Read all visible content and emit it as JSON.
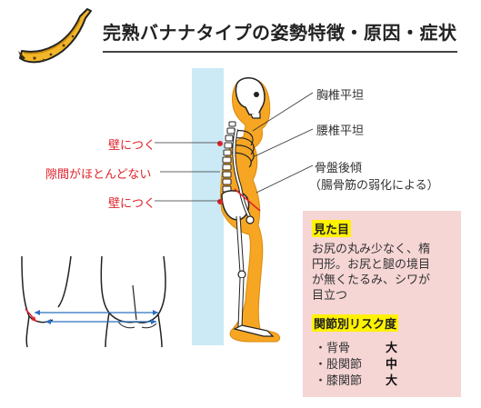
{
  "title": "完熟バナナタイプの姿勢特徴・原因・症状",
  "annotations": {
    "left": [
      "壁につく",
      "隙間がほとんどない",
      "壁につく"
    ],
    "right": [
      "胸椎平坦",
      "腰椎平坦",
      "骨盤後傾",
      "（腸骨筋の弱化による）"
    ]
  },
  "look": {
    "heading": "見た目",
    "text": [
      "お尻の丸み少なく、楕",
      "円形。お尻と腿の境目",
      "が無くたるみ、シワが",
      "目立つ"
    ]
  },
  "risk": {
    "heading": "関節別リスク度",
    "items": [
      {
        "joint": "・背骨",
        "level": "大"
      },
      {
        "joint": "・股関節",
        "level": "中"
      },
      {
        "joint": "・膝関節",
        "level": "大"
      }
    ]
  },
  "colors": {
    "wall": "#cce9f6",
    "body": "#f6a623",
    "accent_red": "#e0222a",
    "box": "#f6d5d5",
    "highlight": "#fff200"
  }
}
